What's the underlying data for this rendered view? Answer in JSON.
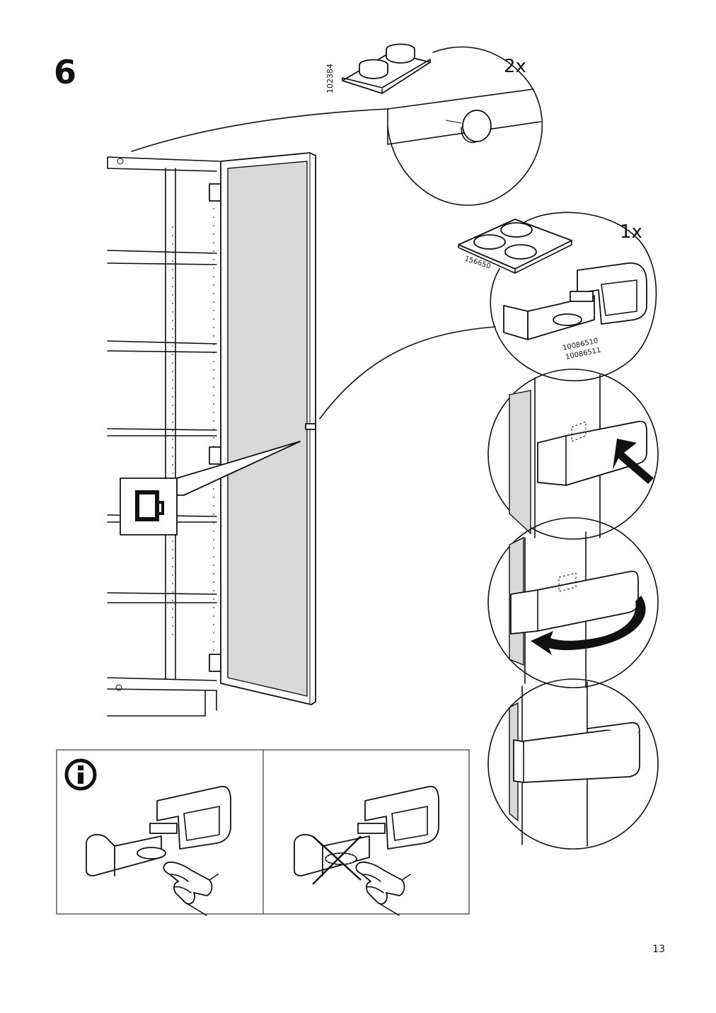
{
  "page": {
    "step_number": "6",
    "page_number": "13"
  },
  "parts": {
    "bumper_pads": {
      "article_number": "102384",
      "quantity": "2x"
    },
    "adhesive_pads": {
      "article_number": "156650",
      "quantity": "1x"
    },
    "handle": {
      "article_number_1": "10086510",
      "article_number_2": "10086511"
    }
  },
  "info_panel": {
    "icon": "info-icon",
    "correct_example": "finger-press-icon",
    "incorrect_example": "cross-mark-icon"
  },
  "colors": {
    "line": "#111111",
    "door_glass": "#d9d9d9",
    "background": "#ffffff"
  }
}
